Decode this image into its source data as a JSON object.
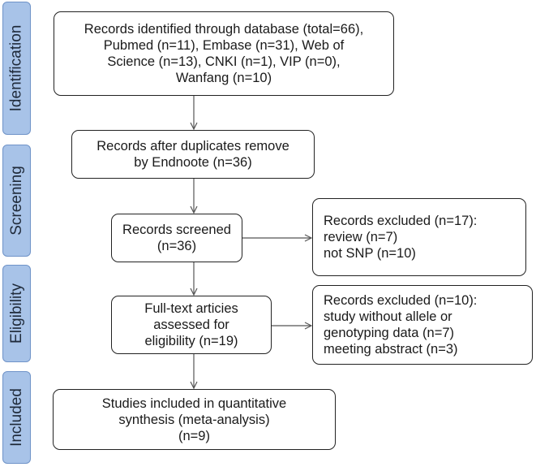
{
  "stages": [
    {
      "id": "identification",
      "label": "Identification"
    },
    {
      "id": "screening",
      "label": "Screening"
    },
    {
      "id": "eligibility",
      "label": "Eligibility"
    },
    {
      "id": "included",
      "label": "Included"
    }
  ],
  "boxes": {
    "identified": {
      "lines": [
        "Records identified through database (total=66),",
        "Pubmed (n=11), Embase (n=31), Web of",
        "Science (n=13), CNKI (n=1), VIP (n=0),",
        "Wanfang (n=10)"
      ]
    },
    "after_duplicates": {
      "lines": [
        "Records after duplicates remove",
        "by Endnoote (n=36)"
      ]
    },
    "screened": {
      "lines": [
        "Records screened",
        "(n=36)"
      ]
    },
    "fulltext": {
      "lines": [
        "Full-text articies",
        "assessed for",
        "eligibility (n=19)"
      ]
    },
    "included": {
      "lines": [
        "Studies included in quantitative",
        "synthesis (meta-analysis)",
        "(n=9)"
      ]
    },
    "excluded_screening": {
      "lines": [
        "Records excluded (n=17):",
        "review (n=7)",
        "not SNP (n=10)"
      ]
    },
    "excluded_eligibility": {
      "lines": [
        "Records excluded (n=10):",
        "study without allele or",
        "genotyping data (n=7)",
        "meeting abstract (n=3)"
      ]
    }
  },
  "colors": {
    "stage_fill": "#a8c3e8",
    "stage_border": "#6f93c8",
    "box_border": "#222222",
    "arrow": "#555555"
  }
}
